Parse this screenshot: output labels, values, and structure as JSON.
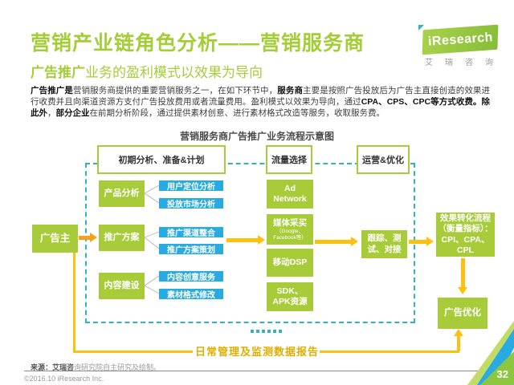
{
  "page": {
    "title": "营销产业链角色分析——营销服务商",
    "subtitle_bold": "广告推广",
    "subtitle_rest": "业务的盈利模式以效果为导向",
    "page_number": "32"
  },
  "logo": {
    "brand": "iResearch",
    "brand_cn": "艾瑞咨询"
  },
  "intro": {
    "segments": [
      {
        "text": "广告推广是",
        "bold": true
      },
      {
        "text": "营销服务商提供的重要营销服务之一，在如下环节中，",
        "bold": false
      },
      {
        "text": "服务商",
        "bold": true
      },
      {
        "text": "主要是按照广告投放后为广告主直接创造的效果进行收费并且向渠道资源方支付广告投放费用或者流量费用。盈利模式以效果为导向，通过",
        "bold": false
      },
      {
        "text": "CPA、CPS、CPC等方式收费。",
        "bold": true
      },
      {
        "text": "除此外",
        "bold": true
      },
      {
        "text": "，",
        "bold": false
      },
      {
        "text": "部分企业",
        "bold": true
      },
      {
        "text": "在前期分析阶段，通过提供素材创意、进行素材格式改造等服务，收取服务费。",
        "bold": false
      }
    ]
  },
  "diagram": {
    "title": "营销服务商广告推广业务流程示意图",
    "advertiser": "广告主",
    "phases": [
      "初期分析、准备&计划",
      "流量选择",
      "运营&优化"
    ],
    "col1": [
      "产品分析",
      "推广方案",
      "内容建设"
    ],
    "blue_boxes": [
      "用户定位分析",
      "投放市场分析",
      "推广渠道整合",
      "推广方案策划",
      "内容创意服务",
      "素材格式修改"
    ],
    "traffic": [
      {
        "label": "Ad Network",
        "sub": ""
      },
      {
        "label": "媒体采买",
        "sub": "（Google、Facebook等）"
      },
      {
        "label": "移动DSP",
        "sub": ""
      },
      {
        "label": "SDK、APK资源",
        "sub": ""
      }
    ],
    "tracking": "跟踪、测试、对接",
    "conversion": "效果转化流程（衡量指标）：CPI、CPA、CPL",
    "optimization": "广告优化",
    "daily_report": "日常管理及监测数据报告"
  },
  "footer": {
    "source_bold": "来源：艾瑞咨",
    "source_rest": "询研究院自主研究及绘制。",
    "copyright": "©2016.10 iResearch Inc."
  },
  "colors": {
    "green": "#A8CC39",
    "blue": "#29ABE2",
    "teal": "#2FB6BC",
    "yellow": "#FDC010",
    "orange": "#F7A11A",
    "daily": "#DFAE00",
    "brand": "#8CC63F",
    "titlegreen": "#A5CD39"
  }
}
